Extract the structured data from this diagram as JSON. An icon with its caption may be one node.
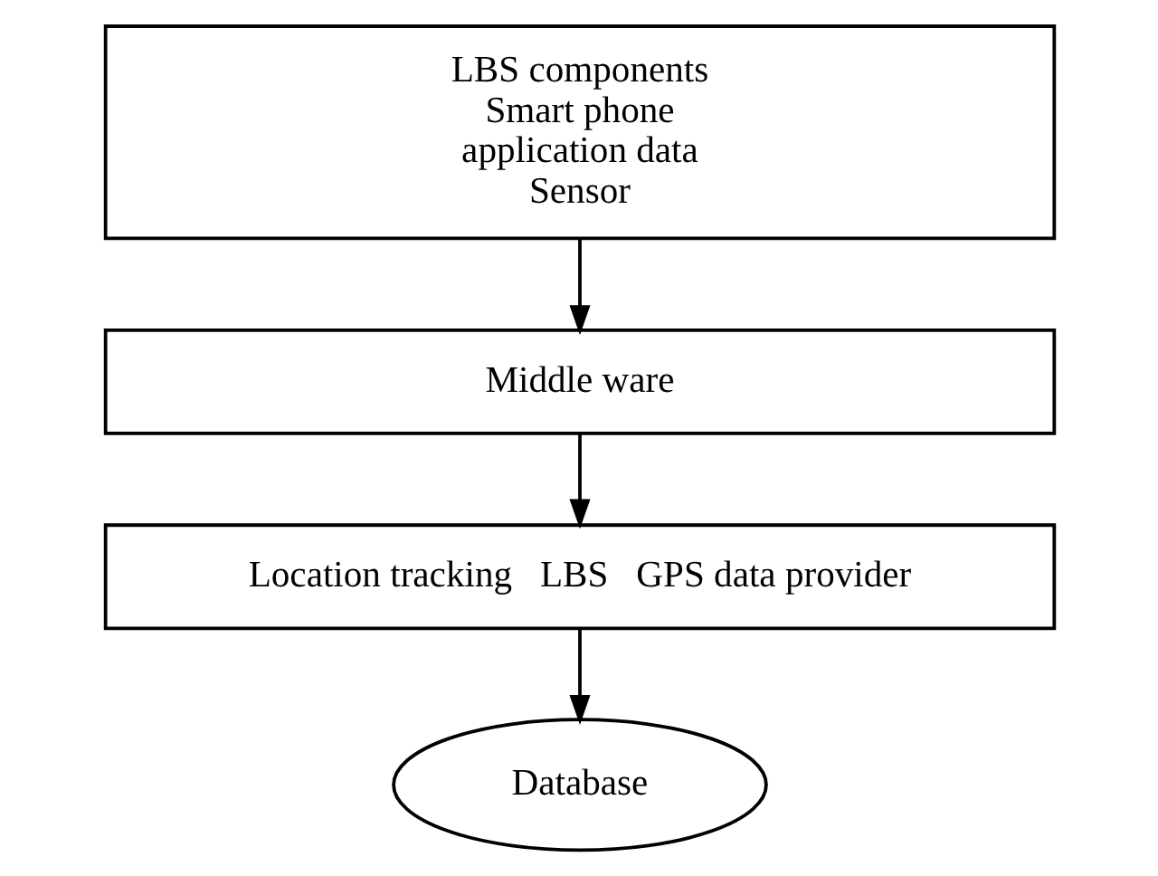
{
  "diagram": {
    "nodes": [
      {
        "text": [
          "LBS components",
          "Smart phone",
          "application data",
          "Sensor"
        ]
      },
      {
        "text": [
          "Middle ware"
        ]
      },
      {
        "text": [
          "Location tracking",
          "LBS",
          "GPS data provider"
        ]
      },
      {
        "text": [
          "Database"
        ]
      }
    ],
    "edges": [
      {
        "from": 0,
        "to": 1,
        "arrow": "to"
      },
      {
        "from": 1,
        "to": 2,
        "arrow": "to"
      },
      {
        "from": 2,
        "to": 3,
        "arrow": "to"
      }
    ]
  }
}
